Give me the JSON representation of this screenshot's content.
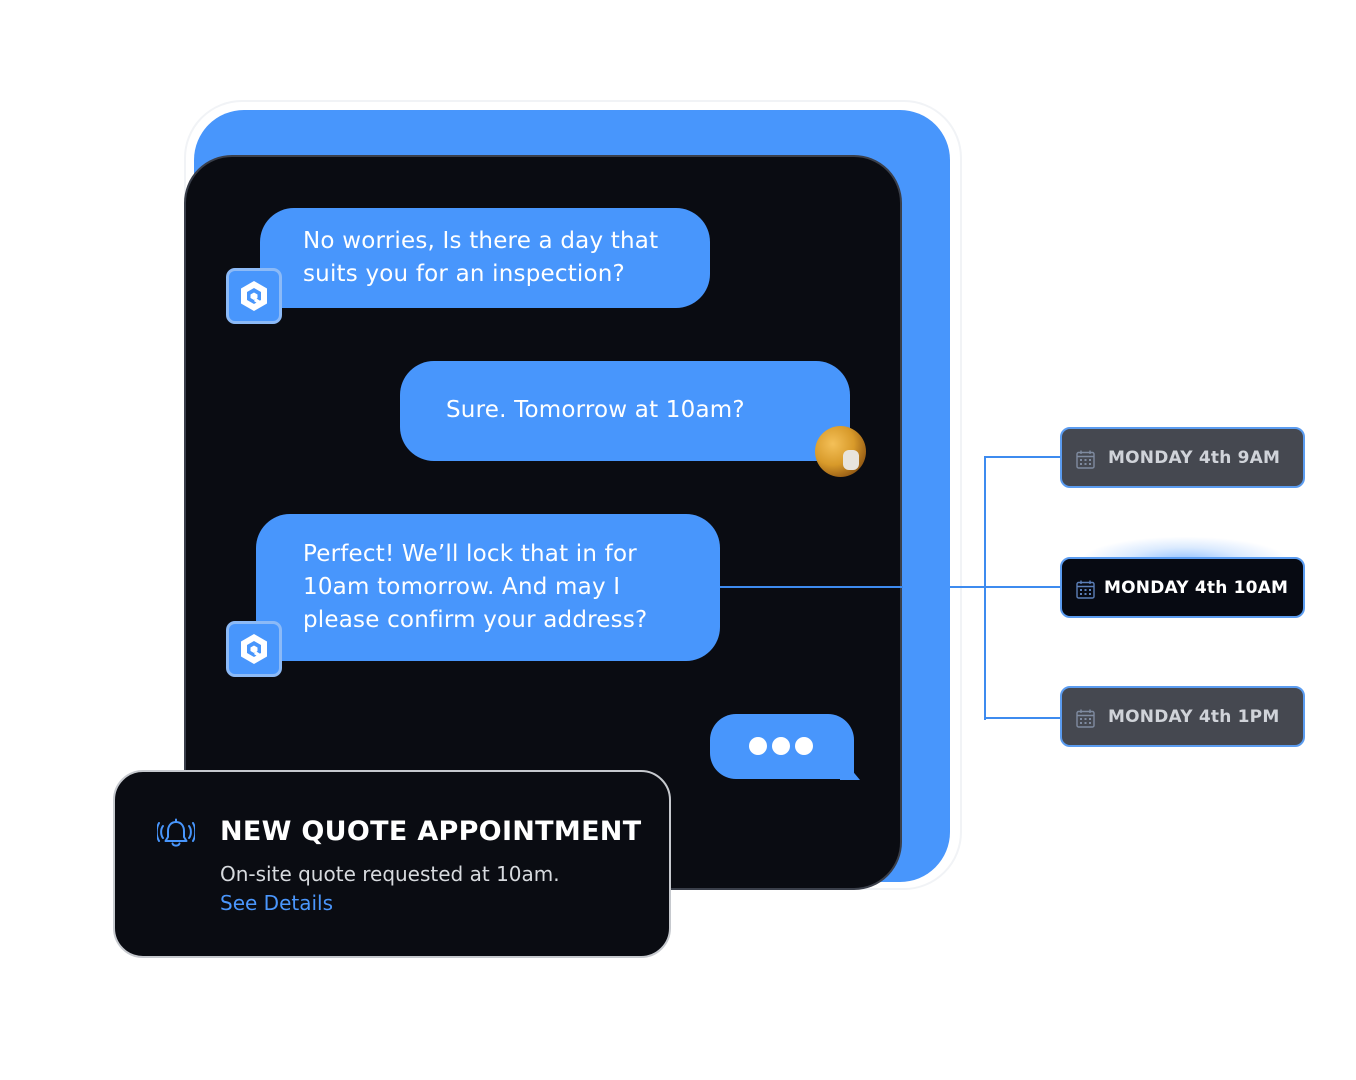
{
  "chat": {
    "messages": [
      {
        "sender": "bot",
        "lines": [
          "No worries, Is there a day that",
          "suits you for an inspection?"
        ]
      },
      {
        "sender": "user",
        "lines": [
          "Sure. Tomorrow at 10am?"
        ]
      },
      {
        "sender": "bot",
        "lines": [
          "Perfect! We’ll lock that in for",
          "10am tomorrow. And may I",
          "please confirm your address?"
        ]
      }
    ],
    "typing_indicator": "typing",
    "bot_avatar_icon": "bot-logo-icon",
    "user_avatar_icon": "user-photo"
  },
  "time_slots": [
    {
      "label": "MONDAY 4th 9AM",
      "selected": false,
      "icon": "calendar-icon"
    },
    {
      "label": "MONDAY 4th 10AM",
      "selected": true,
      "icon": "calendar-icon"
    },
    {
      "label": "MONDAY 4th 1PM",
      "selected": false,
      "icon": "calendar-icon"
    }
  ],
  "notification": {
    "icon": "bell-ringing-icon",
    "title": "NEW QUOTE APPOINTMENT",
    "description": "On-site quote requested at 10am.",
    "link": "See Details"
  },
  "colors": {
    "accent": "#4896fc",
    "card_bg": "#0a0c12",
    "slot_bg": "#454850",
    "slot_active_bg": "#070a12",
    "link": "#4a96fc"
  }
}
